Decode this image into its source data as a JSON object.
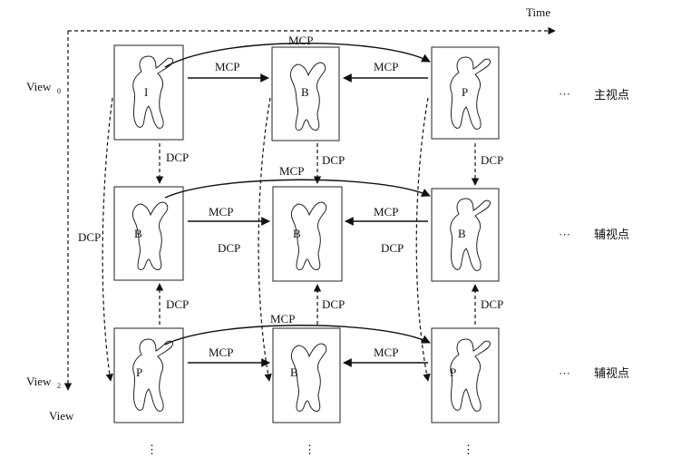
{
  "axes": {
    "time_label": "Time",
    "view_axis_label": "View",
    "view0_label": "View",
    "view0_sub": "0",
    "view2_label": "View",
    "view2_sub": "2"
  },
  "arrow_labels": {
    "mcp": "MCP",
    "dcp": "DCP"
  },
  "frames": [
    [
      "I",
      "B",
      "P"
    ],
    [
      "B",
      "B",
      "B"
    ],
    [
      "P",
      "B",
      "P"
    ]
  ],
  "row_labels": [
    "主视点",
    "辅视点",
    "辅视点"
  ],
  "ellipsis": "···",
  "vertical_ellipsis": "⋮"
}
